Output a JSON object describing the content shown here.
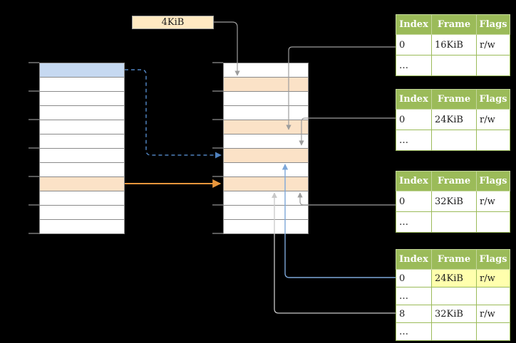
{
  "size_label": {
    "text": "4KiB"
  },
  "virtual_memory": {
    "rows": [
      "blue",
      "white",
      "white",
      "white",
      "white",
      "white",
      "white",
      "white",
      "orange",
      "white",
      "white",
      "white"
    ]
  },
  "physical_memory": {
    "rows": [
      "white",
      "orange",
      "white",
      "white",
      "orange",
      "white",
      "orange",
      "white",
      "orange",
      "white",
      "white",
      "white"
    ]
  },
  "tables": [
    {
      "name": "page-table-1",
      "headers": [
        "Index",
        "Frame",
        "Flags"
      ],
      "rows": [
        {
          "cells": [
            "0",
            "16KiB",
            "r/w"
          ],
          "highlight": [
            false,
            false,
            false
          ]
        },
        {
          "cells": [
            "…",
            "",
            ""
          ],
          "highlight": [
            false,
            false,
            false
          ]
        }
      ]
    },
    {
      "name": "page-table-2",
      "headers": [
        "Index",
        "Frame",
        "Flags"
      ],
      "rows": [
        {
          "cells": [
            "0",
            "24KiB",
            "r/w"
          ],
          "highlight": [
            false,
            false,
            false
          ]
        },
        {
          "cells": [
            "…",
            "",
            ""
          ],
          "highlight": [
            false,
            false,
            false
          ]
        }
      ]
    },
    {
      "name": "page-table-3",
      "headers": [
        "Index",
        "Frame",
        "Flags"
      ],
      "rows": [
        {
          "cells": [
            "0",
            "32KiB",
            "r/w"
          ],
          "highlight": [
            false,
            false,
            false
          ]
        },
        {
          "cells": [
            "…",
            "",
            ""
          ],
          "highlight": [
            false,
            false,
            false
          ]
        }
      ]
    },
    {
      "name": "page-table-4",
      "headers": [
        "Index",
        "Frame",
        "Flags"
      ],
      "rows": [
        {
          "cells": [
            "0",
            "24KiB",
            "r/w"
          ],
          "highlight": [
            false,
            true,
            true
          ]
        },
        {
          "cells": [
            "…",
            "",
            ""
          ],
          "highlight": [
            false,
            false,
            false
          ]
        },
        {
          "cells": [
            "8",
            "32KiB",
            "r/w"
          ],
          "highlight": [
            false,
            false,
            false
          ]
        },
        {
          "cells": [
            "…",
            "",
            ""
          ],
          "highlight": [
            false,
            false,
            false
          ]
        }
      ]
    }
  ],
  "colors": {
    "background": "#000000",
    "table_header_bg": "#9bbb59",
    "table_border": "#9bbb59",
    "highlight_yellow": "#ffffad",
    "page_blue": "#c6d9f1",
    "frame_orange": "#fbe2c7",
    "size_box_bg": "#ffe9c2",
    "arrow_gray": "#9d9d9d",
    "arrow_dashed_blue": "#4f81bd",
    "arrow_orange": "#e8963c",
    "arrow_light_blue": "#7da7d9",
    "arrow_light_gray": "#c9c9c9"
  }
}
